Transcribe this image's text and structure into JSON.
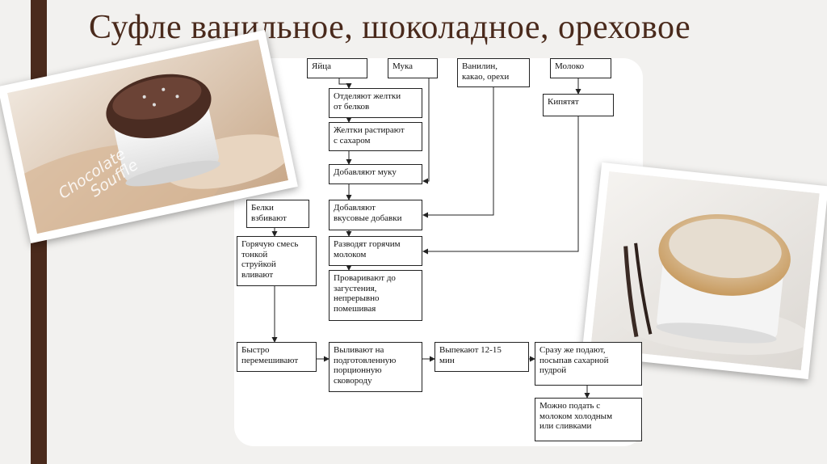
{
  "title": "Суфле ванильное, шоколадное, ореховое",
  "photo_left": {
    "watermark_line1": "Chocolate",
    "watermark_line2": "Souffle"
  },
  "flowchart": {
    "eggs": "Яйца",
    "flour": "Мука",
    "flavors": "Ванилин,\nкакао, орехи",
    "milk": "Молоко",
    "separate_yolks": "Отделяют желтки\nот белков",
    "grind_yolks": "Желтки растирают\nс сахаром",
    "add_flour": "Добавляют муку",
    "boil_milk": "Кипятят",
    "add_flavors": "Добавляют\nвкусовые добавки",
    "dilute_milk": "Разводят горячим\nмолоком",
    "heat_thicken": "Проваривают до\nзагустения,\nнепрерывно\nпомешивая",
    "whip_whites": "Белки\nвзбивают",
    "pour_hot": "Горячую смесь\nтонкой\nструйкой\nвливают",
    "mix_quickly": "Быстро\nперемешивают",
    "pour_pan": "Выливают на\nподготовленную\nпорционную\nсковороду",
    "bake": "Выпекают 12-15\nмин",
    "serve": "Сразу же подают,\nпосыпав сахарной\nпудрой",
    "serve_milk": "Можно подать с\nмолоком холодным\nили сливками"
  }
}
